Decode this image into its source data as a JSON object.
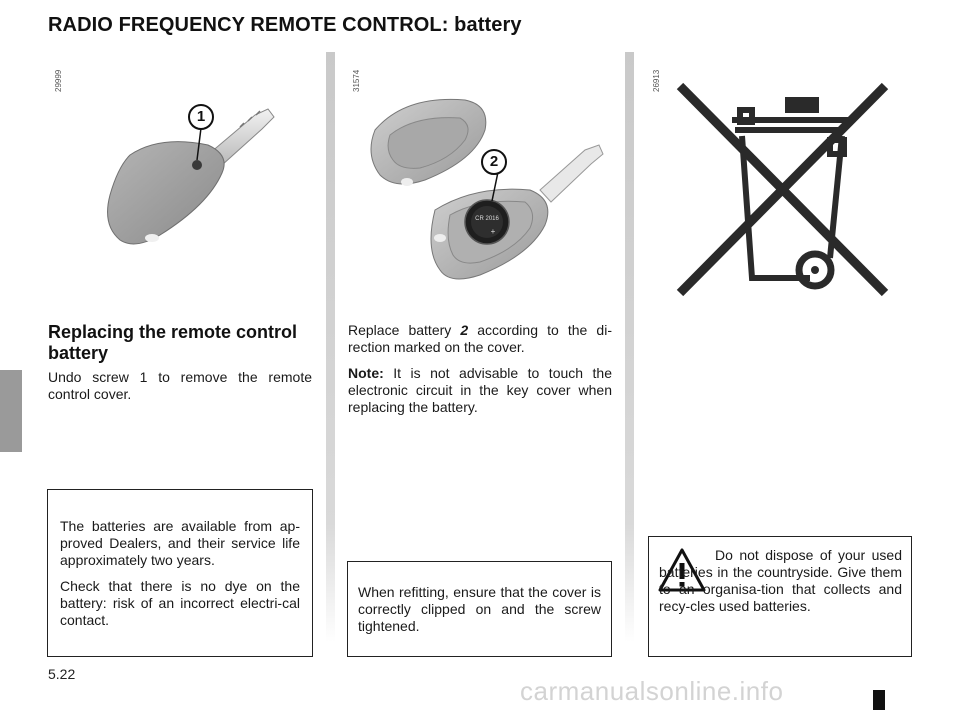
{
  "title": "RADIO FREQUENCY REMOTE CONTROL: battery",
  "figures": {
    "left_id": "29999",
    "middle_id": "31574",
    "right_id": "26913",
    "callout_1": "1",
    "callout_2": "2",
    "battery_print": "CR 2016"
  },
  "left": {
    "heading": "Replacing the remote control battery",
    "body": "Undo screw 1 to remove the remote control cover.",
    "box_p1": "The batteries are available from ap-proved Dealers, and their service life approximately two years.",
    "box_p2": "Check that there is no dye on the battery: risk of an incorrect electri-cal contact."
  },
  "middle": {
    "p1_a": "Replace battery ",
    "p1_b": "2",
    "p1_c": " according to the di-rection marked on the cover.",
    "p2_label": "Note:",
    "p2_text": " It is not advisable to touch the electronic circuit in the key cover when replacing the battery.",
    "box": "When refitting, ensure that the cover is correctly clipped on and the screw tightened."
  },
  "right": {
    "warning": "Do not dispose of your used batteries in the countryside. Give them to an organisa-tion that collects and recy-cles used batteries."
  },
  "page_number": "5.22",
  "watermark": "carmanualsonline.info"
}
